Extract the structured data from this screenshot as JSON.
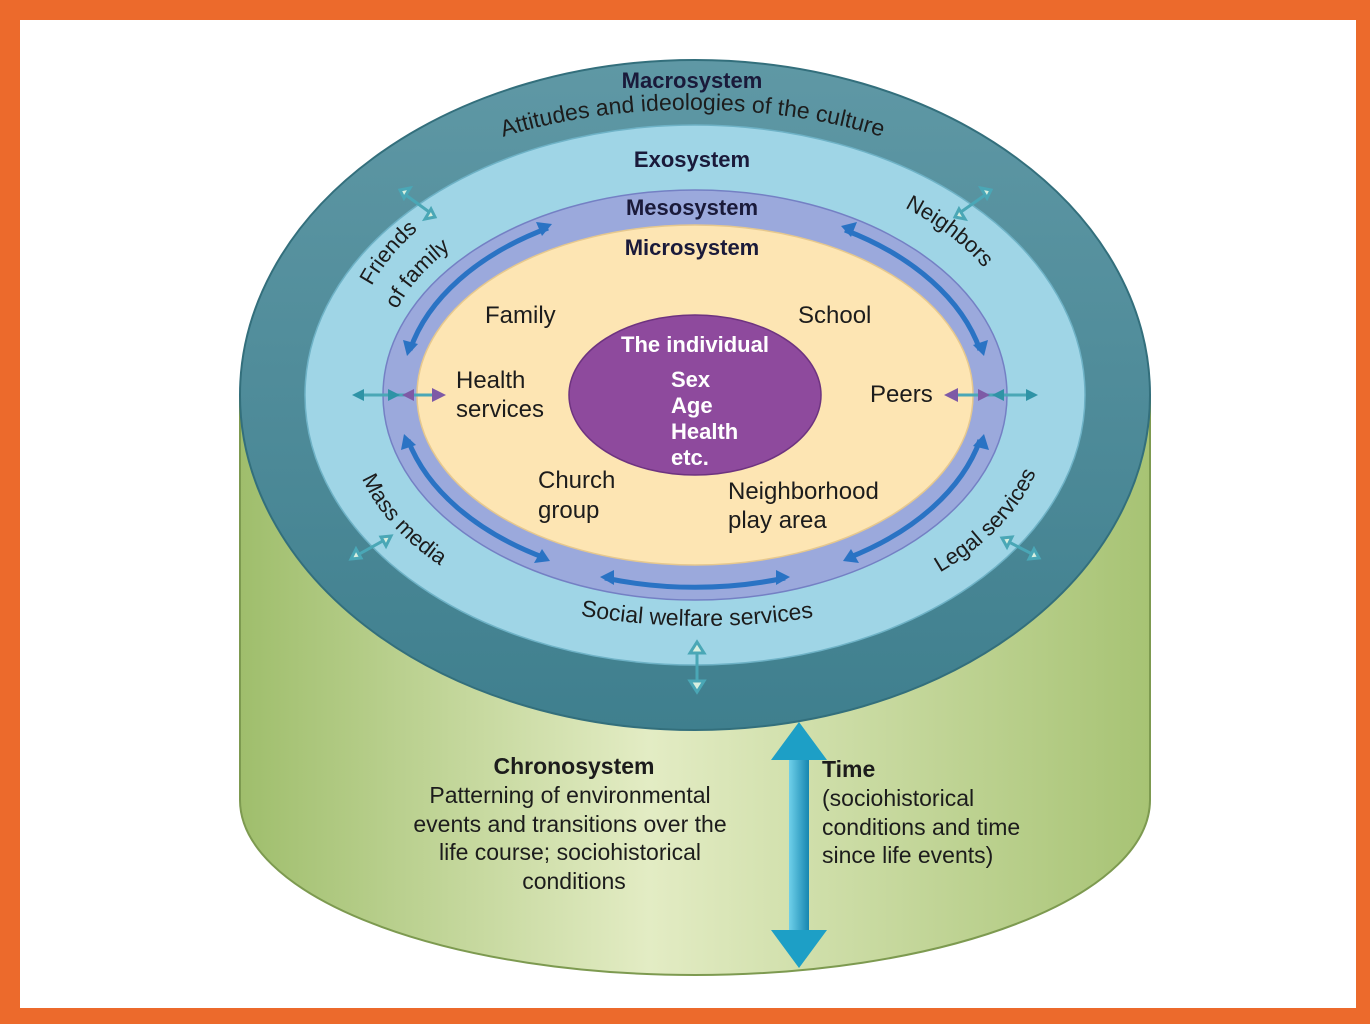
{
  "macrosystem": {
    "title": "Macrosystem",
    "subtitle": "Attitudes and ideologies of the culture"
  },
  "exosystem": {
    "title": "Exosystem",
    "friends": "Friends",
    "of_family": "of family",
    "neighbors": "Neighbors",
    "mass_media": "Mass media",
    "legal_services": "Legal services",
    "social_welfare": "Social welfare services"
  },
  "mesosystem": {
    "title": "Mesosystem"
  },
  "microsystem": {
    "title": "Microsystem",
    "family": "Family",
    "school": "School",
    "health_line1": "Health",
    "health_line2": "services",
    "peers": "Peers",
    "church_line1": "Church",
    "church_line2": "group",
    "neighborhood_line1": "Neighborhood",
    "neighborhood_line2": "play area"
  },
  "individual": {
    "title": "The individual",
    "traits": [
      "Sex",
      "Age",
      "Health",
      "etc."
    ]
  },
  "chronosystem": {
    "title": "Chronosystem",
    "lines": [
      "Patterning of environmental",
      "events and transitions over the",
      "life course; sociohistorical",
      "conditions"
    ]
  },
  "time": {
    "title": "Time",
    "lines": [
      "(sociohistorical",
      "conditions and time",
      "since life events)"
    ]
  },
  "colors": {
    "background": "#ec6a2c",
    "cylinder_side": "#b9ce86",
    "macrosystem": "#4f8d9b",
    "exosystem": "#9fd5e6",
    "mesosystem": "#9ba9dc",
    "microsystem": "#fde5b3",
    "individual": "#8e4a9d",
    "arrow_blue": "#2a73c4",
    "time_arrow": "#1d9fc6"
  }
}
